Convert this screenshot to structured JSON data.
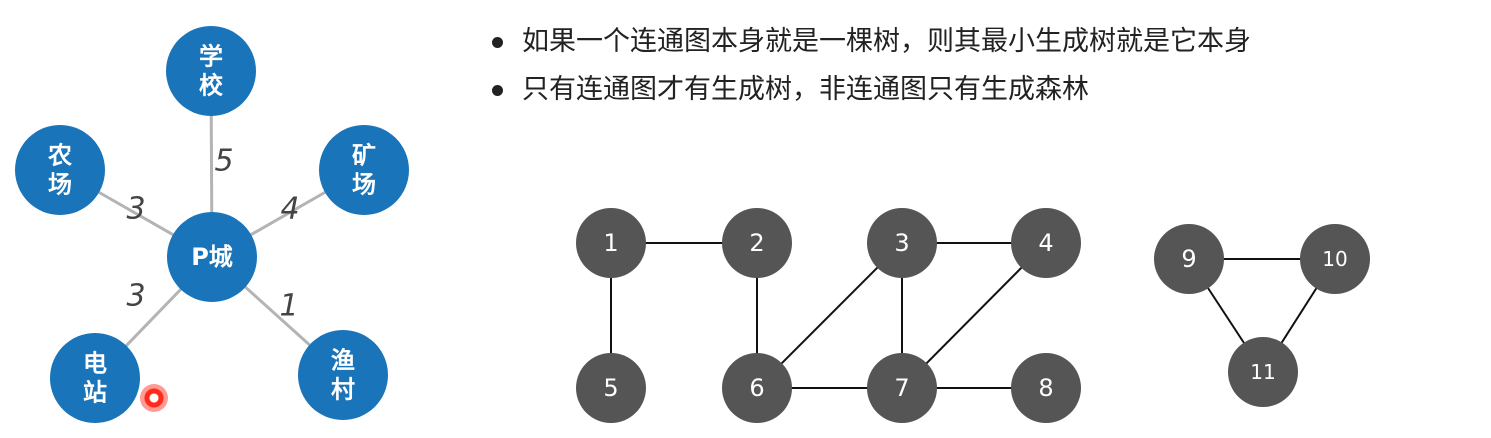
{
  "bullets": [
    "如果一个连通图本身就是一棵树，则其最小生成树就是它本身",
    "只有连通图才有生成树，非连通图只有生成森林"
  ],
  "city_graph": {
    "nodes": [
      {
        "id": "school",
        "label": "学\n校"
      },
      {
        "id": "farm",
        "label": "农\n场"
      },
      {
        "id": "mine",
        "label": "矿\n场"
      },
      {
        "id": "pcity",
        "label": "P城"
      },
      {
        "id": "power",
        "label": "电\n站"
      },
      {
        "id": "fishing",
        "label": "渔\n村"
      }
    ],
    "edges": [
      {
        "from": "pcity",
        "to": "school",
        "weight": "5"
      },
      {
        "from": "pcity",
        "to": "farm",
        "weight": "3"
      },
      {
        "from": "pcity",
        "to": "mine",
        "weight": "4"
      },
      {
        "from": "pcity",
        "to": "power",
        "weight": "3"
      },
      {
        "from": "pcity",
        "to": "fishing",
        "weight": "1"
      }
    ],
    "node_color": "#1a74ba",
    "edge_color": "#b4b4b4"
  },
  "forest_graph": {
    "nodes": [
      "1",
      "2",
      "3",
      "4",
      "5",
      "6",
      "7",
      "8",
      "9",
      "10",
      "11"
    ],
    "edges": [
      [
        "1",
        "2"
      ],
      [
        "3",
        "4"
      ],
      [
        "1",
        "5"
      ],
      [
        "2",
        "6"
      ],
      [
        "3",
        "6"
      ],
      [
        "3",
        "7"
      ],
      [
        "4",
        "7"
      ],
      [
        "6",
        "7"
      ],
      [
        "7",
        "8"
      ],
      [
        "9",
        "10"
      ],
      [
        "9",
        "11"
      ],
      [
        "10",
        "11"
      ]
    ],
    "node_color": "#555555",
    "edge_color": "#111111"
  }
}
